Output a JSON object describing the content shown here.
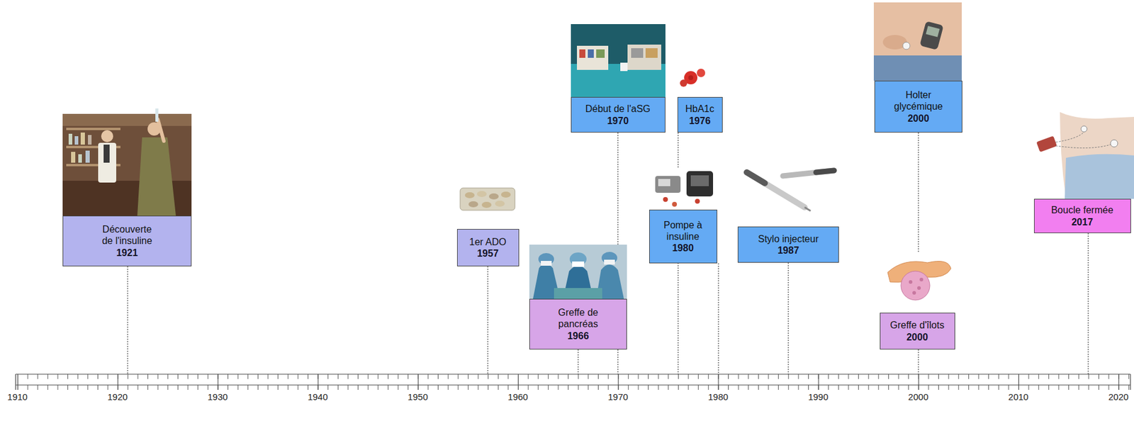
{
  "diagram": {
    "nodes": [
      {
        "text": [
          "Découverte de l'insuline",
          "1921"
        ]
      },
      {
        "text": [
          "1er ADO",
          "1957"
        ]
      },
      {
        "text": [
          "Greffe de pancréas",
          "1966"
        ]
      },
      {
        "text": [
          "Début de l'aSG",
          "1970"
        ]
      },
      {
        "text": [
          "HbA1c",
          "1976"
        ]
      },
      {
        "text": [
          "Pompe à insuline",
          "1980"
        ]
      },
      {
        "text": [
          "Stylo injecteur",
          "1987"
        ]
      },
      {
        "text": [
          "Holter glycémique",
          "2000"
        ]
      },
      {
        "text": [
          "Greffe d'îlots",
          "2000"
        ]
      },
      {
        "text": [
          "Boucle fermée",
          "2017"
        ]
      }
    ],
    "labels": [
      "1910",
      "1920",
      "1930",
      "1940",
      "1950",
      "1960",
      "1970",
      "1980",
      "1990",
      "2000",
      "2010",
      "2020"
    ]
  }
}
